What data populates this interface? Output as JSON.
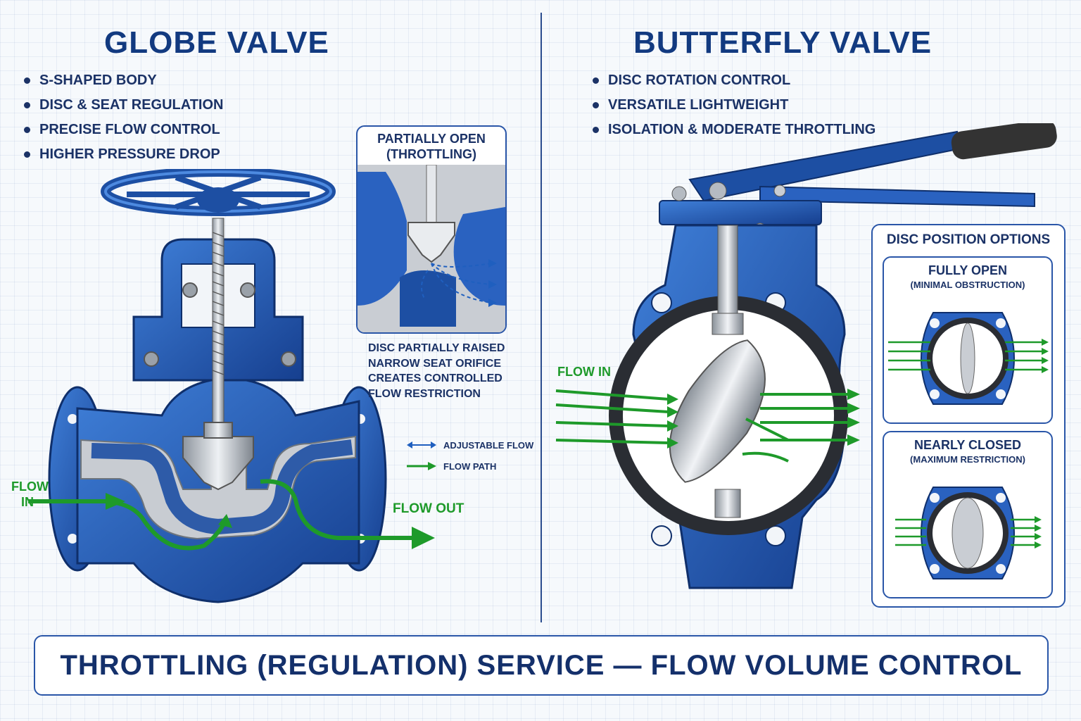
{
  "globe": {
    "title": "GLOBE VALVE",
    "bullets": [
      "S-SHAPED BODY",
      "DISC & SEAT REGULATION",
      "PRECISE FLOW CONTROL",
      "HIGHER PRESSURE DROP"
    ],
    "inset_title_1": "PARTIALLY OPEN",
    "inset_title_2": "(THROTTLING)",
    "notes": [
      "DISC PARTIALLY RAISED",
      "NARROW SEAT ORIFICE",
      "CREATES CONTROLLED",
      "FLOW RESTRICTION"
    ],
    "legend_adjustable": "ADJUSTABLE FLOW",
    "legend_flow_path": "FLOW PATH",
    "flow_in_1": "FLOW",
    "flow_in_2": "IN",
    "flow_out": "FLOW OUT"
  },
  "butterfly": {
    "title": "BUTTERFLY VALVE",
    "bullets": [
      "DISC ROTATION CONTROL",
      "VERSATILE LIGHTWEIGHT",
      "ISOLATION & MODERATE THROTTLING"
    ],
    "flow_in": "FLOW IN",
    "options_title": "DISC POSITION OPTIONS",
    "option_open_title": "FULLY OPEN",
    "option_open_sub": "(MINIMAL OBSTRUCTION)",
    "option_closed_title": "NEARLY CLOSED",
    "option_closed_sub": "(MAXIMUM RESTRICTION)"
  },
  "banner": "THROTTLING (REGULATION) SERVICE — FLOW VOLUME CONTROL",
  "colors": {
    "valve_blue": "#1f5fbf",
    "flow_green": "#1e9a2a",
    "adjust_blue": "#1f5fbf",
    "steel": "#b8bec6",
    "text_navy": "#14306b"
  }
}
